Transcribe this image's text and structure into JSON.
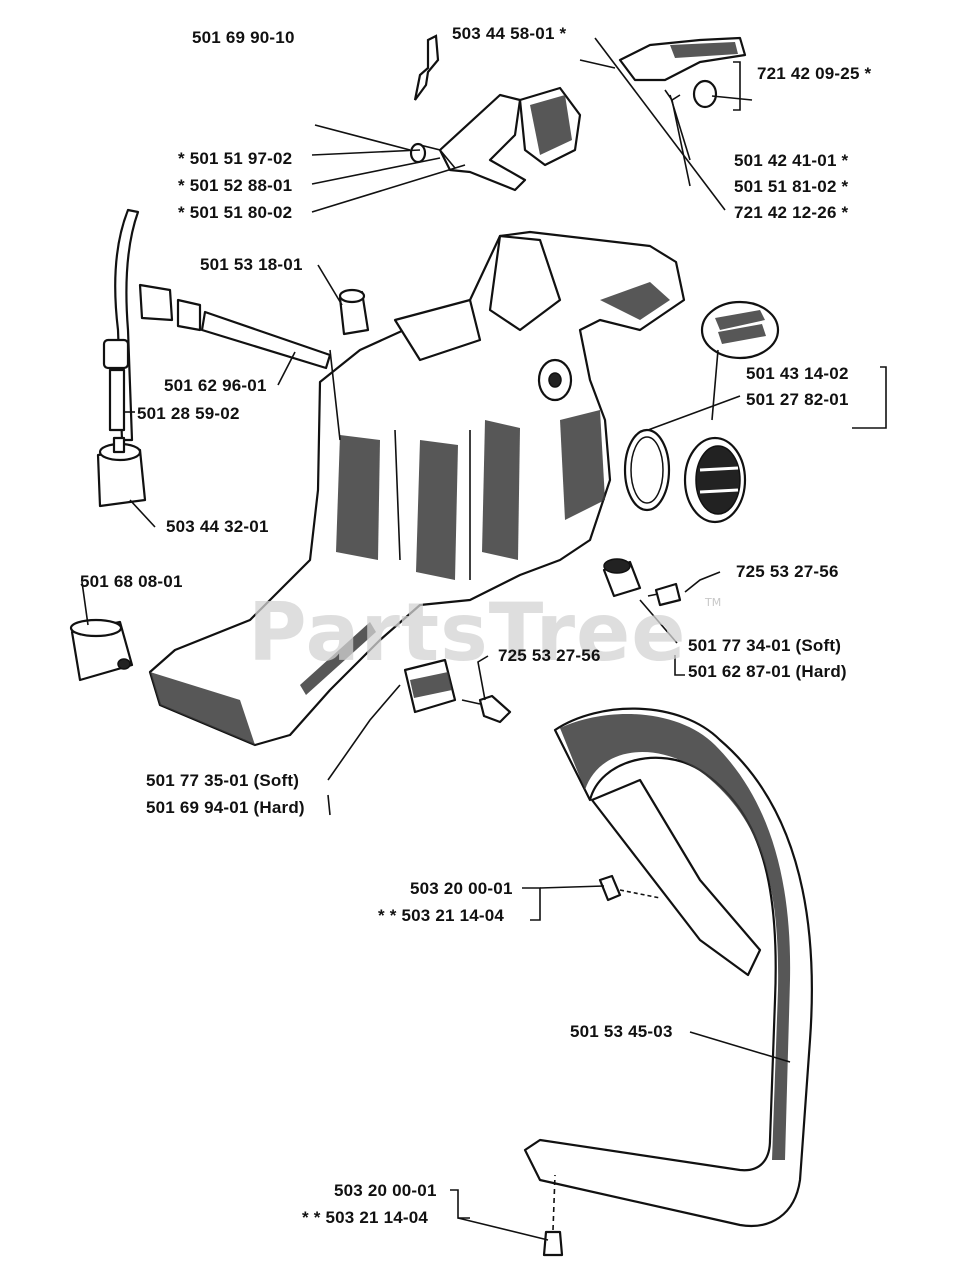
{
  "watermark": {
    "text": "PartsTree",
    "tm": "TM"
  },
  "labels": {
    "assembly": "501 69 90-10",
    "p503445801": "503 44 58-01  *",
    "p721420925": "721 42 09-25  *",
    "p501519702": "*  501 51 97-02",
    "p501528801": "*  501 52 88-01",
    "p501518002": "*  501 51 80-02",
    "p501424101": "501 42 41-01  *",
    "p501518102": "501 51 81-02  *",
    "p721421226": "721 42 12-26  *",
    "p501531801": "501 53 18-01",
    "p501629601": "501 62 96-01",
    "p501285902": "501 28 59-02",
    "p501431402": "501 43 14-02",
    "p501278201": "501 27 82-01",
    "p503443201": "503 44 32-01",
    "p501680801": "501 68 08-01",
    "p725532756a": "725 53 27-56",
    "p501773401": "501 77 34-01 (Soft)",
    "p501628701": "501 62 87-01 (Hard)",
    "p725532756b": "725 53 27-56",
    "p501773501": "501 77 35-01 (Soft)",
    "p501699401": "501 69 94-01 (Hard)",
    "p503200001a": "503 20 00-01",
    "p503211404a": "* *  503 21 14-04",
    "p501534503": "501 53 45-03",
    "p503200001b": "503 20 00-01",
    "p503211404b": "* *  503 21 14-04"
  }
}
